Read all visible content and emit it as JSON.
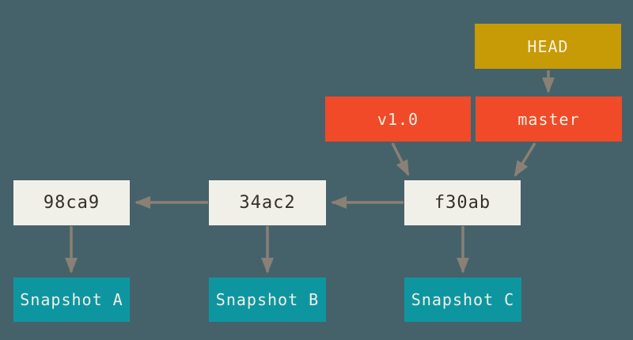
{
  "diagram": {
    "title": "git-commits-and-refs-diagram",
    "colors": {
      "background": "#45626b",
      "head_bg": "#c69b05",
      "ref_bg": "#f04a28",
      "commit_bg": "#f1f0e8",
      "commit_text": "#332f29",
      "snapshot_bg": "#0e96a0",
      "light_text": "#f5f1e4",
      "arrow": "#8a8075"
    },
    "nodes": {
      "head": {
        "label": "HEAD",
        "type": "pointer"
      },
      "tag": {
        "label": "v1.0",
        "type": "tag"
      },
      "branch": {
        "label": "master",
        "type": "branch"
      },
      "commits": [
        {
          "label": "98ca9"
        },
        {
          "label": "34ac2"
        },
        {
          "label": "f30ab"
        }
      ],
      "snapshots": [
        {
          "label": "Snapshot A"
        },
        {
          "label": "Snapshot B"
        },
        {
          "label": "Snapshot C"
        }
      ]
    },
    "edges": [
      {
        "from": "HEAD",
        "to": "master"
      },
      {
        "from": "v1.0",
        "to": "f30ab"
      },
      {
        "from": "master",
        "to": "f30ab"
      },
      {
        "from": "f30ab",
        "to": "34ac2"
      },
      {
        "from": "34ac2",
        "to": "98ca9"
      },
      {
        "from": "98ca9",
        "to": "Snapshot A"
      },
      {
        "from": "34ac2",
        "to": "Snapshot B"
      },
      {
        "from": "f30ab",
        "to": "Snapshot C"
      }
    ]
  }
}
